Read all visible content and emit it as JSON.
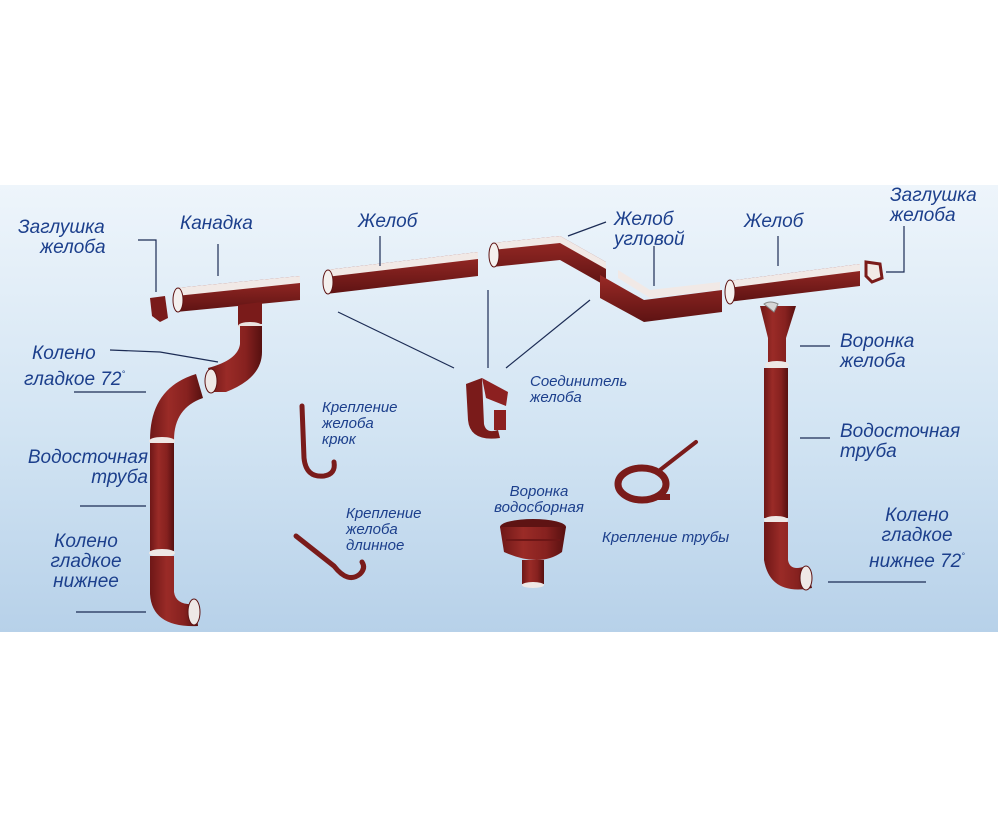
{
  "labels": {
    "end_cap_left": {
      "lines": [
        "Заглушка",
        "желоба"
      ]
    },
    "gutter_header": {
      "lines": [
        "Канадка"
      ]
    },
    "gutter_1": {
      "lines": [
        "Желоб"
      ]
    },
    "corner_gutter": {
      "lines": [
        "Желоб",
        "угловой"
      ]
    },
    "gutter_2": {
      "lines": [
        "Желоб"
      ]
    },
    "end_cap_right": {
      "lines": [
        "Заглушка",
        "желоба"
      ]
    },
    "elbow_left": {
      "lines": [
        "Колено",
        "гладкое"
      ],
      "degree": "72",
      "degree_mark": "°"
    },
    "downpipe_left": {
      "lines": [
        "Водосточная",
        "труба"
      ]
    },
    "elbow_lower_left": {
      "lines": [
        "Колено",
        "гладкое",
        "нижнее"
      ]
    },
    "connector": {
      "lines": [
        "Соединитель",
        "желоба"
      ]
    },
    "hook_bracket": {
      "lines": [
        "Крепление",
        "желоба",
        "крюк"
      ]
    },
    "long_bracket": {
      "lines": [
        "Крепление",
        "желоба",
        "длинное"
      ]
    },
    "collector_funnel": {
      "lines": [
        "Воронка",
        "водосборная"
      ]
    },
    "pipe_clamp": {
      "lines": [
        "Крепление трубы"
      ]
    },
    "outlet_funnel": {
      "lines": [
        "Воронка",
        "желоба"
      ]
    },
    "downpipe_right": {
      "lines": [
        "Водосточная",
        "труба"
      ]
    },
    "elbow_lower_right": {
      "lines": [
        "Колено",
        "гладкое",
        "нижнее"
      ],
      "degree": "72",
      "degree_mark": "°"
    }
  },
  "colors": {
    "background_top": "#e8f1f8",
    "background_bottom": "#b9d3ea",
    "metal": "#8c2020",
    "metal_dark": "#5e1313",
    "metal_light": "#a33a35",
    "label_text": "#1c3f8c",
    "leader_line": "#1c2c55"
  }
}
